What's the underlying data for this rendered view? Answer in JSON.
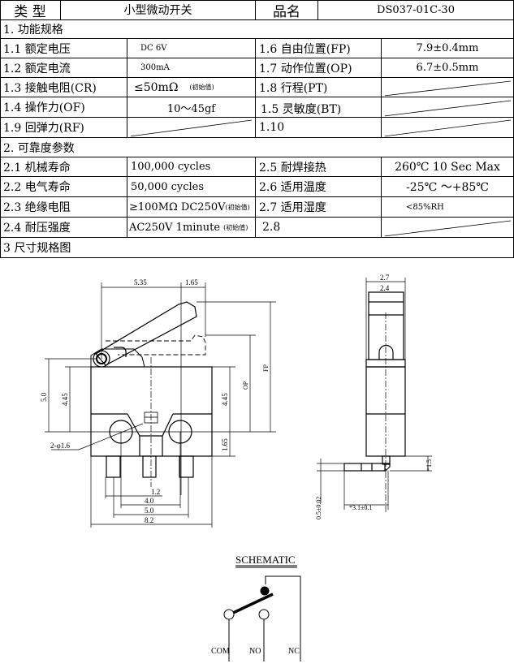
{
  "header": {
    "type_label": "类 型",
    "type_value": "小型微动开关",
    "name_label": "品名",
    "name_value": "DS037-01C-30"
  },
  "section1": {
    "title": "1. 功能规格",
    "rows": [
      {
        "l1": "1.1 额定电压",
        "v1": "DC 6V",
        "l2": "1.6 自由位置(FP)",
        "v2": "7.9±0.4mm"
      },
      {
        "l1": "1.2 额定电流",
        "v1": "300mA",
        "l2": "1.7 动作位置(OP)",
        "v2": "6.7±0.5mm"
      },
      {
        "l1": "1.3 接触电阻(CR)",
        "v1": "≤50mΩ",
        "v1_note": "(初始值)",
        "l2": "1.8 行程(PT)",
        "v2": ""
      },
      {
        "l1": "1.4 操作力(OF)",
        "v1": "10～45gf",
        "l2": "1.5 灵敏度(BT)",
        "v2": ""
      },
      {
        "l1": "1.9 回弹力(RF)",
        "v1": "",
        "l2": "1.10",
        "v2": ""
      }
    ]
  },
  "section2": {
    "title": "2. 可靠度参数",
    "rows": [
      {
        "l1": "2.1 机械寿命",
        "v1": "100,000 cycles",
        "l2": "2.5 耐焊接热",
        "v2": "260℃ 10 Sec Max"
      },
      {
        "l1": "2.2 电气寿命",
        "v1": "50,000 cycles",
        "l2": "2.6 适用温度",
        "v2": "-25℃ ～+85℃"
      },
      {
        "l1": "2.3 绝缘电阻",
        "v1": "≥100MΩ DC250V",
        "v1_note": "(初始值)",
        "l2": "2.7 适用湿度",
        "v2": "<85%RH"
      },
      {
        "l1": "2.4 耐压强度",
        "v1": "AC250V 1minute",
        "v1_note": "(初始值)",
        "l2": "2.8",
        "v2": ""
      }
    ]
  },
  "section3": {
    "title": "3 尺寸规格图"
  },
  "drawing": {
    "front": {
      "d_535": "5.35",
      "d_165_top": "1.65",
      "d_50_left": "5.0",
      "d_445_left": "4.45",
      "d_445_right": "4.45",
      "d_165_right": "1.65",
      "op": "OP",
      "fp": "FP",
      "hole": "2-φ1.6",
      "d_12": "1.2",
      "d_40": "4.0",
      "d_50": "5.0",
      "d_82": "8.2"
    },
    "side": {
      "d_27": "2.7",
      "d_24": "2.4",
      "d_15": "*1.5",
      "d_05": "0.5±0.02",
      "d_31": "*3.1±0.1"
    }
  },
  "schematic": {
    "title": "SCHEMATIC",
    "com": "COM",
    "no": "NO",
    "nc": "NC"
  }
}
